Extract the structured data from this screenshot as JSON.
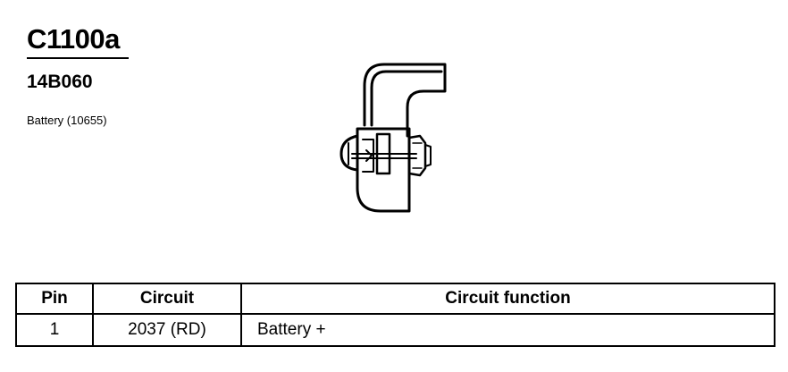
{
  "header": {
    "connector_id": "C1100a",
    "part_number": "14B060",
    "description": "Battery (10655)"
  },
  "illustration": {
    "icon": "battery-terminal-connector-icon"
  },
  "pin_table": {
    "columns": [
      "Pin",
      "Circuit",
      "Circuit function"
    ],
    "rows": [
      {
        "pin": "1",
        "circuit": "2037 (RD)",
        "function": "Battery +"
      }
    ]
  }
}
